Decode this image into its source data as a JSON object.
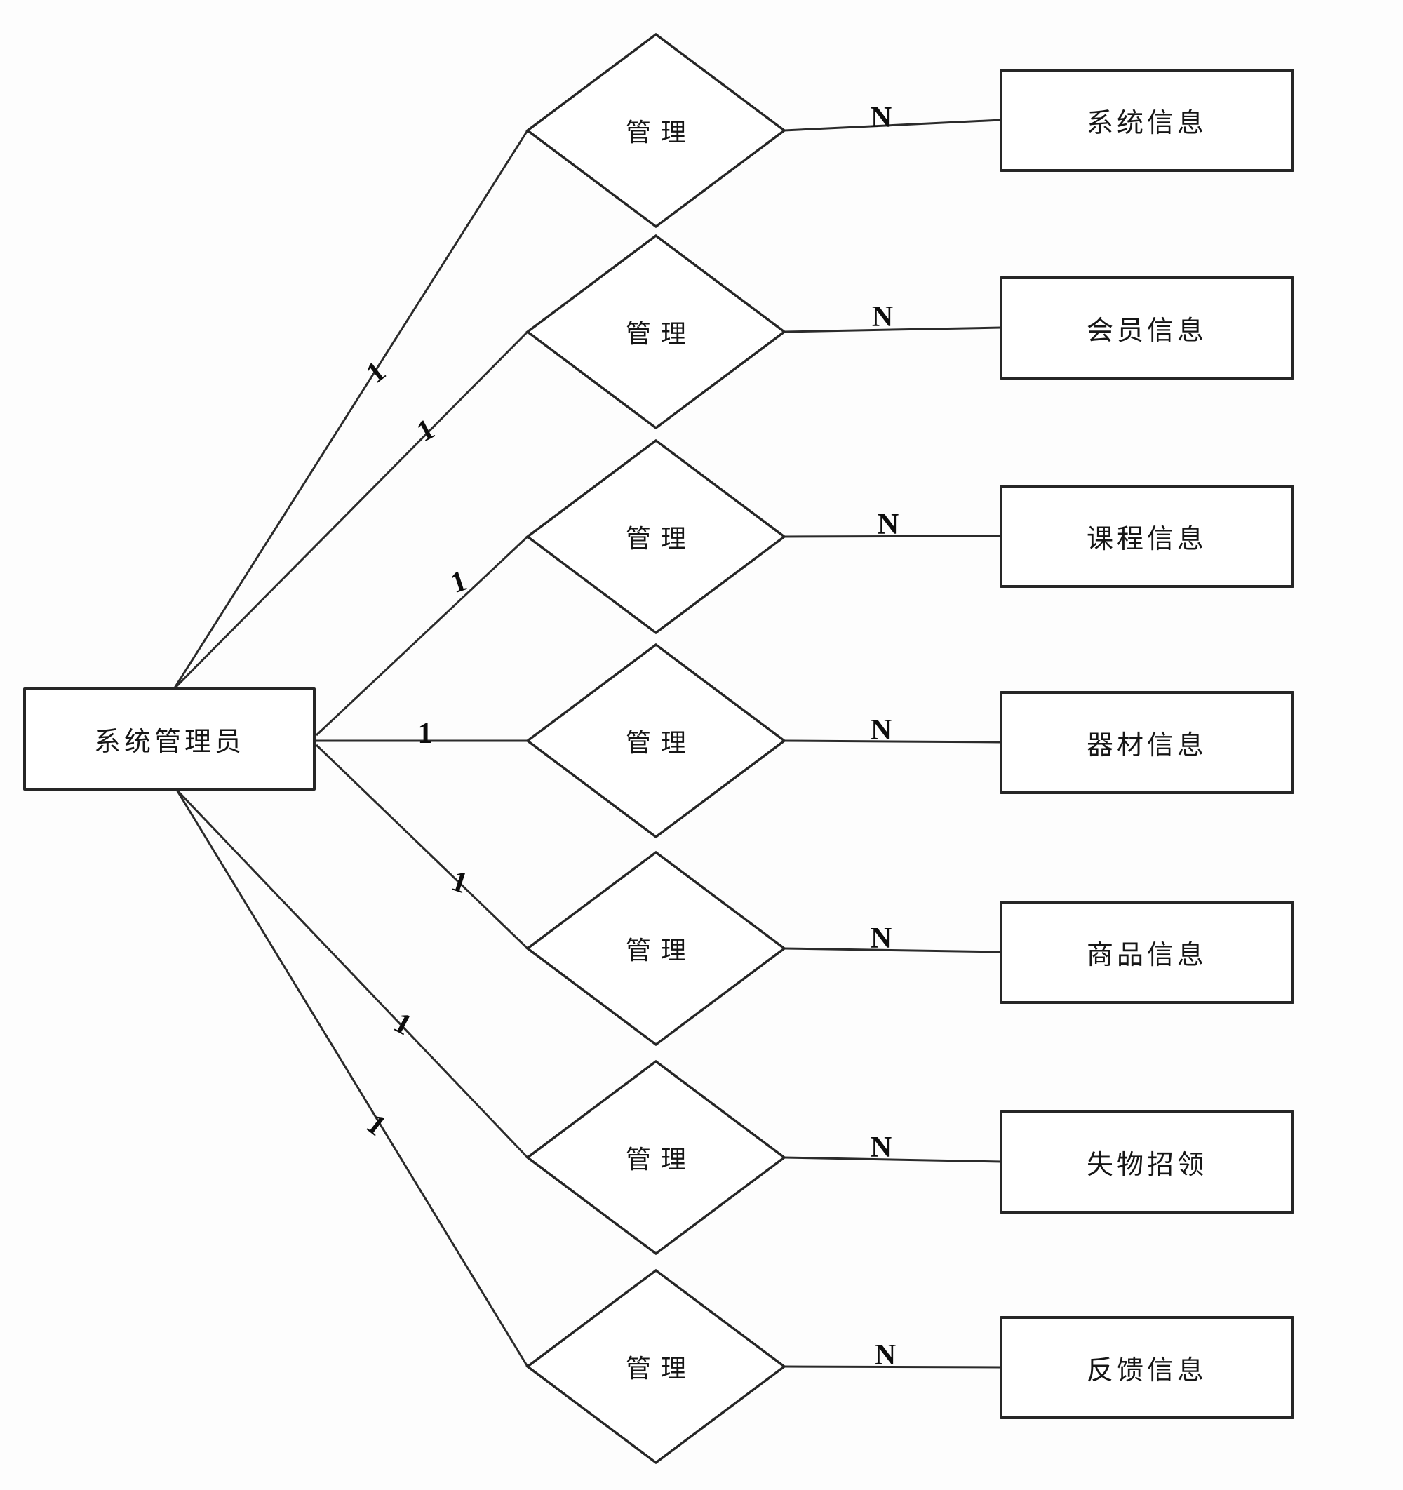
{
  "diagram": {
    "actor": {
      "label": "系统管理员"
    },
    "relationships": [
      {
        "diamond": "管理",
        "from_cardinality": "1",
        "to_cardinality": "N",
        "entity": "系统信息"
      },
      {
        "diamond": "管理",
        "from_cardinality": "1",
        "to_cardinality": "N",
        "entity": "会员信息"
      },
      {
        "diamond": "管理",
        "from_cardinality": "1",
        "to_cardinality": "N",
        "entity": "课程信息"
      },
      {
        "diamond": "管理",
        "from_cardinality": "1",
        "to_cardinality": "N",
        "entity": "器材信息"
      },
      {
        "diamond": "管理",
        "from_cardinality": "1",
        "to_cardinality": "N",
        "entity": "商品信息"
      },
      {
        "diamond": "管理",
        "from_cardinality": "1",
        "to_cardinality": "N",
        "entity": "失物招领"
      },
      {
        "diamond": "管理",
        "from_cardinality": "1",
        "to_cardinality": "N",
        "entity": "反馈信息"
      }
    ],
    "colors": {
      "line": "#2b2b2b",
      "background": "#fdfdfd",
      "text": "#111111"
    }
  }
}
